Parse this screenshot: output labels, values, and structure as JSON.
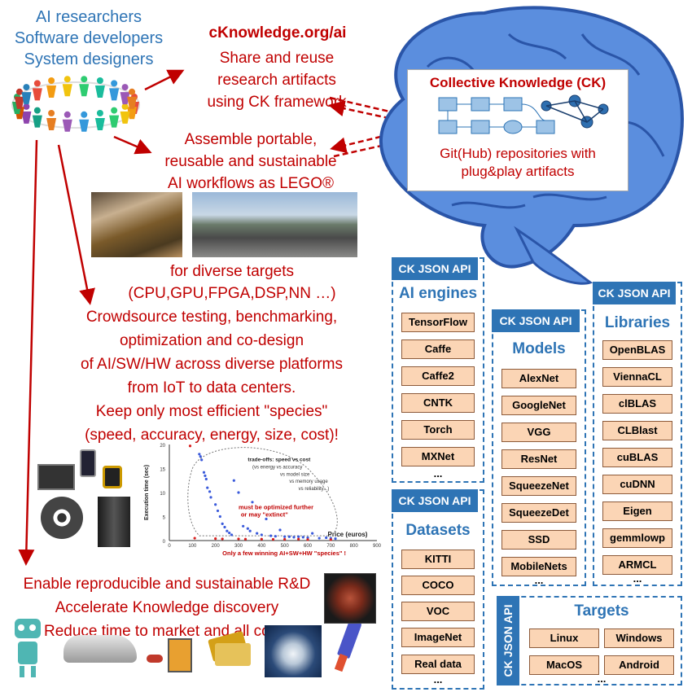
{
  "audience": {
    "lines": [
      "AI researchers",
      "Software developers",
      "System designers"
    ]
  },
  "ck_link": "cKnowledge.org/ai",
  "share_text": [
    "Share and reuse",
    "research artifacts",
    "using CK framework"
  ],
  "assemble_text": [
    "Assemble portable,",
    "reusable and sustainable",
    "AI workflows as LEGO®"
  ],
  "targets_text": [
    "for  diverse targets",
    "(CPU,GPU,FPGA,DSP,NN …)"
  ],
  "crowd_text": [
    "Crowdsource testing, benchmarking,",
    "optimization and co-design",
    "of AI/SW/HW across diverse platforms",
    "from IoT to data centers.",
    "Keep only most efficient \"species\"",
    "(speed, accuracy, energy, size, cost)!"
  ],
  "enable_text": [
    "Enable reproducible and sustainable R&D",
    "Accelerate Knowledge discovery",
    "Reduce time to market and all costs"
  ],
  "ck_box": {
    "title": "Collective Knowledge (CK)",
    "subtitle": [
      "Git(Hub) repositories with",
      "plug&play artifacts"
    ]
  },
  "api_label": "CK JSON API",
  "panels": {
    "engines": {
      "title": "AI engines",
      "items": [
        "TensorFlow",
        "Caffe",
        "Caffe2",
        "CNTK",
        "Torch",
        "MXNet"
      ],
      "more": "..."
    },
    "models": {
      "title": "Models",
      "items": [
        "AlexNet",
        "GoogleNet",
        "VGG",
        "ResNet",
        "SqueezeNet",
        "SqueezeDet",
        "SSD",
        "MobileNets"
      ],
      "more": "..."
    },
    "libraries": {
      "title": "Libraries",
      "items": [
        "OpenBLAS",
        "ViennaCL",
        "clBLAS",
        "CLBlast",
        "cuBLAS",
        "cuDNN",
        "Eigen",
        "gemmlowp",
        "ARMCL"
      ],
      "more": "..."
    },
    "datasets": {
      "title": "Datasets",
      "items": [
        "KITTI",
        "COCO",
        "VOC",
        "ImageNet",
        "Real data"
      ],
      "more": "..."
    },
    "targets": {
      "title": "Targets",
      "items": [
        "Linux",
        "Windows",
        "MacOS",
        "Android"
      ],
      "more": "..."
    }
  },
  "chart_data": {
    "type": "scatter",
    "xlabel": "Price (euros)",
    "ylabel": "Execution time (sec)",
    "xlim": [
      0,
      900
    ],
    "ylim": [
      0,
      20
    ],
    "xticks": [
      0,
      100,
      200,
      300,
      400,
      500,
      600,
      700,
      800,
      900
    ],
    "yticks": [
      0,
      5,
      10,
      15,
      20
    ],
    "annotations": [
      "trade-offs: speed vs cost",
      "(vs energy vs accuracy",
      "vs model size",
      "vs memory usage",
      "vs reliability...)",
      "must be optimized further",
      "or may \"extinct\"",
      "Only a few winning AI+SW+HW \"species\" !"
    ],
    "series": [
      {
        "color": "#3b5bdb",
        "points": [
          [
            130,
            18
          ],
          [
            135,
            17.5
          ],
          [
            140,
            16.8
          ],
          [
            150,
            14.2
          ],
          [
            155,
            13.5
          ],
          [
            160,
            12.8
          ],
          [
            165,
            11
          ],
          [
            175,
            10.2
          ],
          [
            180,
            9
          ],
          [
            200,
            7.5
          ],
          [
            210,
            6.2
          ],
          [
            220,
            5
          ],
          [
            230,
            3.5
          ],
          [
            240,
            2.8
          ],
          [
            250,
            2
          ],
          [
            260,
            1.6
          ],
          [
            270,
            1.2
          ],
          [
            280,
            12.5
          ],
          [
            300,
            10
          ],
          [
            320,
            3
          ],
          [
            340,
            2.5
          ],
          [
            350,
            2
          ],
          [
            360,
            8
          ],
          [
            380,
            1.5
          ],
          [
            400,
            1.2
          ],
          [
            420,
            4.5
          ],
          [
            440,
            1
          ],
          [
            460,
            0.9
          ],
          [
            480,
            2.2
          ],
          [
            500,
            0.8
          ],
          [
            520,
            0.8
          ],
          [
            540,
            0.7
          ],
          [
            560,
            0.8
          ],
          [
            580,
            0.7
          ],
          [
            600,
            0.6
          ],
          [
            620,
            1.5
          ],
          [
            650,
            0.5
          ],
          [
            680,
            0.6
          ],
          [
            700,
            0.5
          ],
          [
            720,
            0.4
          ]
        ]
      },
      {
        "color": "#d9201f",
        "points": [
          [
            90,
            19.7
          ],
          [
            110,
            0.5
          ],
          [
            200,
            0.4
          ],
          [
            230,
            0.35
          ],
          [
            300,
            0.35
          ],
          [
            330,
            0.3
          ],
          [
            400,
            0.3
          ],
          [
            450,
            0.25
          ],
          [
            500,
            0.25
          ],
          [
            560,
            0.3
          ],
          [
            600,
            0.2
          ],
          [
            700,
            0.2
          ]
        ]
      }
    ]
  }
}
